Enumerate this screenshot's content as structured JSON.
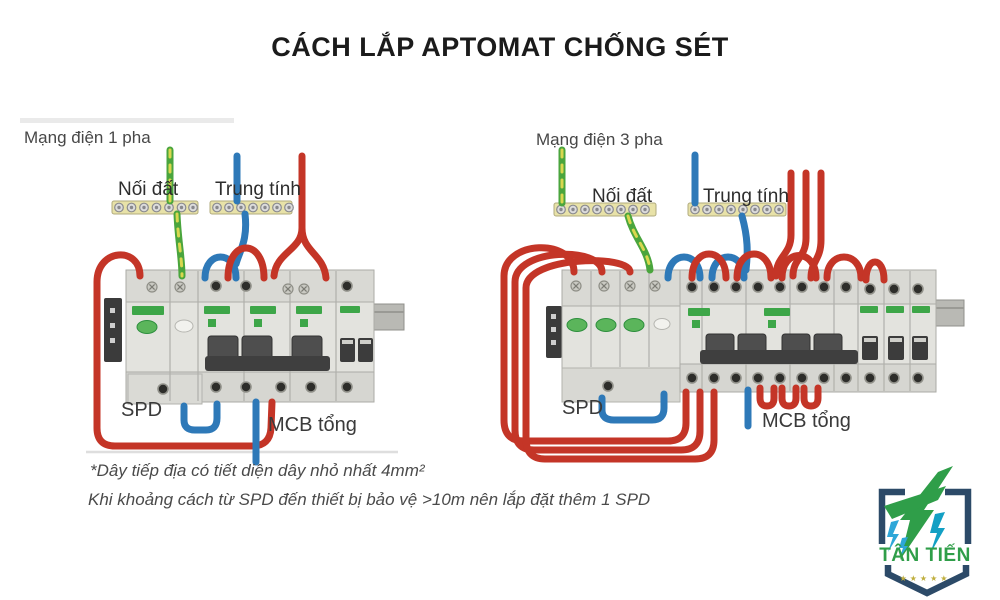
{
  "title": "CÁCH LẮP APTOMAT CHỐNG SÉT",
  "diagrams": {
    "single_phase": {
      "title": "Mạng điện 1 pha",
      "labels": {
        "earth": "Nối đất",
        "neutral": "Trung tính",
        "spd": "SPD",
        "mcb": "MCB tổng"
      }
    },
    "three_phase": {
      "title": "Mạng điện 3 pha",
      "labels": {
        "earth": "Nối đất",
        "neutral": "Trung tính",
        "spd": "SPD",
        "mcb": "MCB tổng"
      }
    }
  },
  "notes": {
    "line1": "*Dây tiếp địa có tiết diện dây nhỏ nhất 4mm²",
    "line2": "Khi khoảng cách từ SPD đến thiết bị bảo vệ >10m nên lắp đặt thêm 1 SPD"
  },
  "logo": {
    "brand": "TÂN TIẾN",
    "stars": "★★★★★"
  },
  "colors": {
    "wire_red": "#c43527",
    "wire_blue": "#2e79b8",
    "wire_earth_green": "#4aa53d",
    "wire_earth_yellow": "#d9d74f",
    "busbar_yellow": "#e8e2a8",
    "breaker_grey": "#e3e3de",
    "schneider_green": "#3da648",
    "logo_navy": "#2c4a68",
    "logo_green": "#2f9e49",
    "logo_bolt_blue": "#2ea7d8"
  }
}
